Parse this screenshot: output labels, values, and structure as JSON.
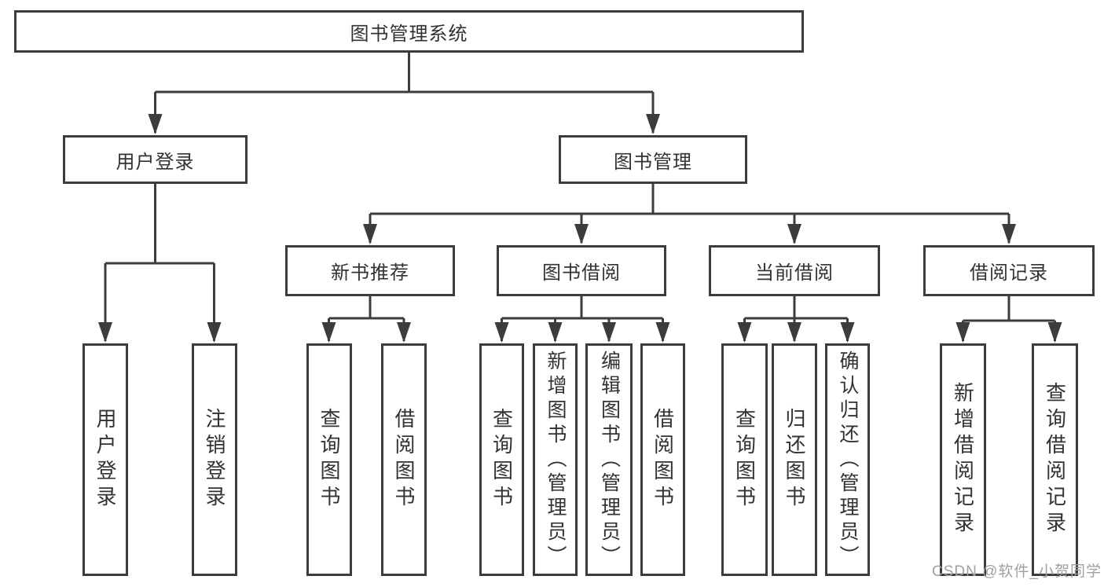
{
  "colors": {
    "line": "#3c3c3c",
    "text": "#323232",
    "background": "#ffffff",
    "watermark_color": "#a0a0a0"
  },
  "tree": {
    "root": "图书管理系统",
    "children": [
      {
        "label": "用户登录",
        "children": [
          "用户登录",
          "注销登录"
        ]
      },
      {
        "label": "图书管理",
        "children": [
          {
            "label": "新书推荐",
            "children": [
              "查询图书",
              "借阅图书"
            ]
          },
          {
            "label": "图书借阅",
            "children": [
              "查询图书",
              "新增图书（管理员）",
              "编辑图书（管理员）",
              "借阅图书"
            ]
          },
          {
            "label": "当前借阅",
            "children": [
              "查询图书",
              "归还图书",
              "确认归还（管理员）"
            ]
          },
          {
            "label": "借阅记录",
            "children": [
              "新增借阅记录",
              "查询借阅记录"
            ]
          }
        ]
      }
    ]
  },
  "watermark": "CSDN @软件_小贺同学"
}
